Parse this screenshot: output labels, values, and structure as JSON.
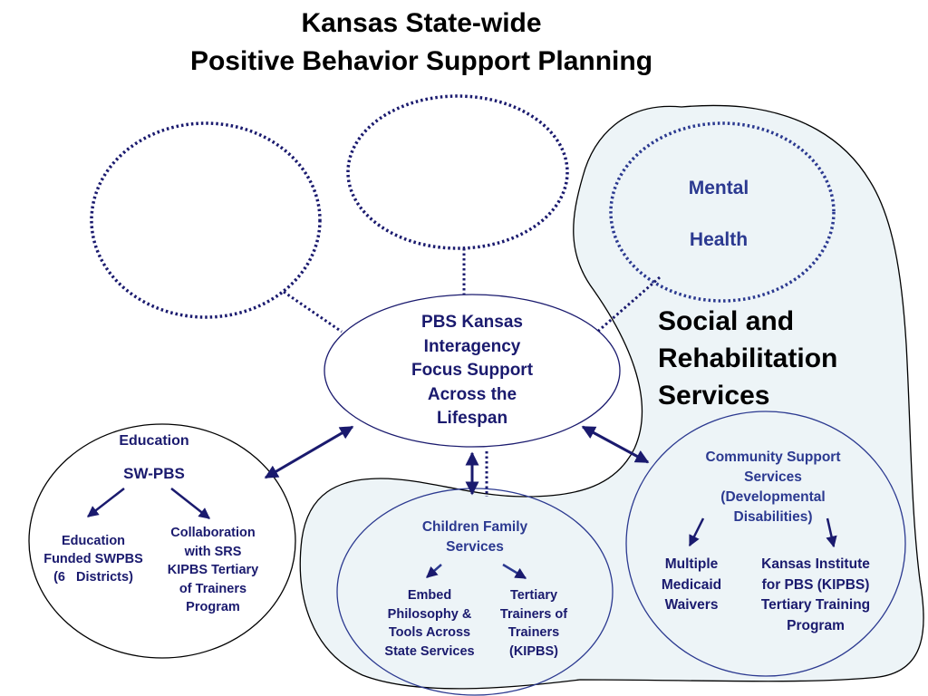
{
  "title": {
    "line1": "Kansas State-wide",
    "line2": "Positive Behavior Support Planning"
  },
  "colors": {
    "navy": "#1a1a6e",
    "blue": "#2b3990",
    "srs_fill": "#edf4f7",
    "outline": "#000000"
  },
  "srs_region": {
    "title_line1": "Social and",
    "title_line2": "Rehabilitation",
    "title_line3": "Services"
  },
  "mental_health": {
    "line1": "Mental",
    "line2": "Health"
  },
  "hub": {
    "line1": "PBS Kansas",
    "line2": "Interagency",
    "line3": "Focus Support",
    "line4": "Across the",
    "line5": "Lifespan"
  },
  "education": {
    "title": "Education",
    "subtitle": "SW-PBS",
    "left_line1": "Education",
    "left_line2": "Funded SWPBS",
    "left_line3": "(6   Districts)",
    "right_line1": "Collaboration",
    "right_line2": "with SRS",
    "right_line3": "KIPBS Tertiary",
    "right_line4": "of Trainers",
    "right_line5": "Program"
  },
  "children_family": {
    "title_line1": "Children Family",
    "title_line2": "Services",
    "left_line1": "Embed",
    "left_line2": "Philosophy &",
    "left_line3": "Tools Across",
    "left_line4": "State Services",
    "right_line1": "Tertiary",
    "right_line2": "Trainers of",
    "right_line3": "Trainers",
    "right_line4": "(KIPBS)"
  },
  "community_support": {
    "title_line1": "Community Support",
    "title_line2": "Services",
    "title_line3": "(Developmental",
    "title_line4": "Disabilities)",
    "left_line1": "Multiple",
    "left_line2": "Medicaid",
    "left_line3": "Waivers",
    "right_line1": "Kansas Institute",
    "right_line2": "for PBS (KIPBS)",
    "right_line3": "Tertiary Training",
    "right_line4": "Program"
  }
}
